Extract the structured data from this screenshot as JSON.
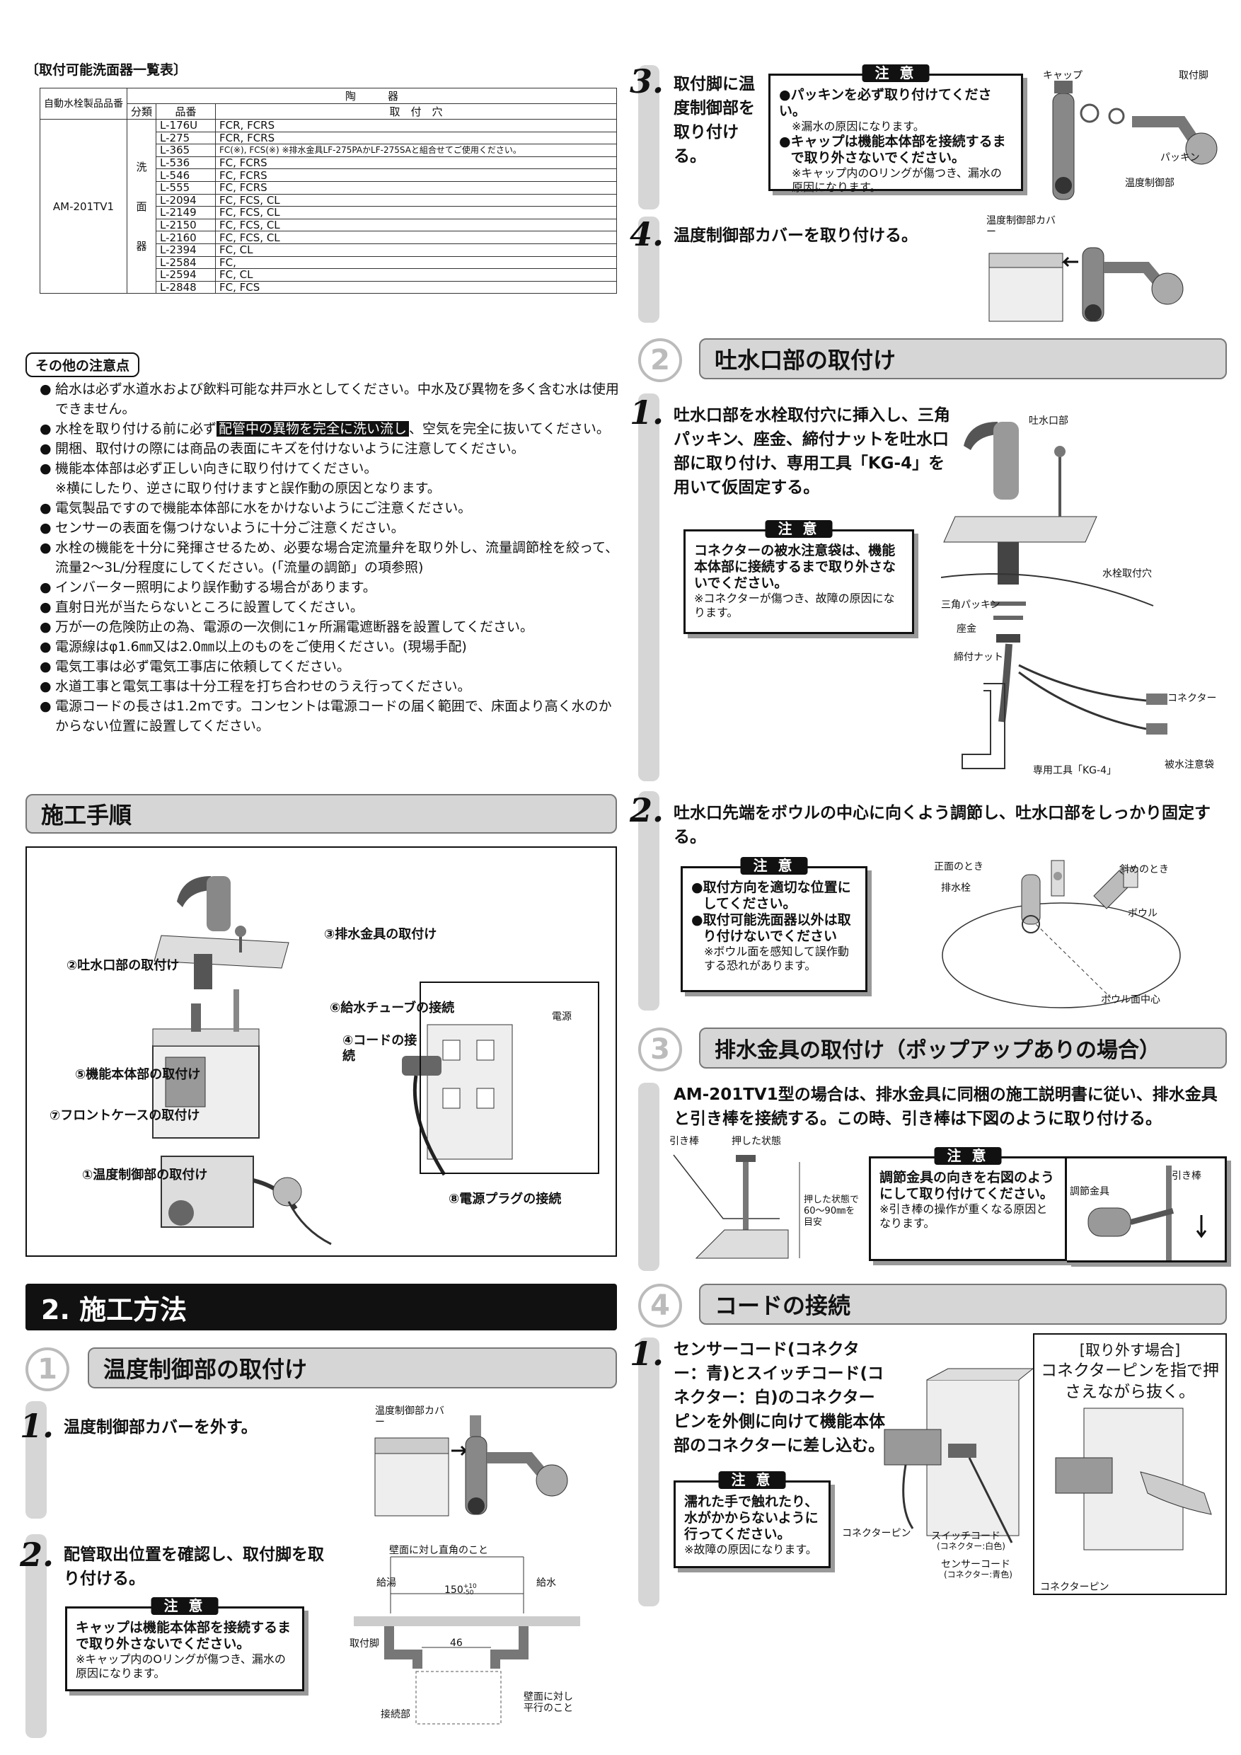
{
  "table": {
    "title": "〔取付可能洗面器一覧表〕",
    "col_model": "自動水栓製品品番",
    "col_ceramic": "陶　　　器",
    "col_category": "分類",
    "col_part": "品番",
    "col_hole": "取　付　穴",
    "model": "AM-201TV1",
    "category_chars": [
      "洗",
      "面",
      "器"
    ],
    "rows": [
      {
        "part": "L-176U",
        "hole": "FCR, FCRS"
      },
      {
        "part": "L-275",
        "hole": "FCR, FCRS"
      },
      {
        "part": "L-365",
        "hole": "FC(※), FCS(※) ※排水金具LF-275PAかLF-275SAと組合せてご使用ください。"
      },
      {
        "part": "L-536",
        "hole": "FC, FCRS"
      },
      {
        "part": "L-546",
        "hole": "FC, FCRS"
      },
      {
        "part": "L-555",
        "hole": "FC, FCRS"
      },
      {
        "part": "L-2094",
        "hole": "FC, FCS, CL"
      },
      {
        "part": "L-2149",
        "hole": "FC, FCS, CL"
      },
      {
        "part": "L-2150",
        "hole": "FC, FCS, CL"
      },
      {
        "part": "L-2160",
        "hole": "FC, FCS, CL"
      },
      {
        "part": "L-2394",
        "hole": "FC, CL"
      },
      {
        "part": "L-2584",
        "hole": "FC,"
      },
      {
        "part": "L-2594",
        "hole": "FC, CL"
      },
      {
        "part": "L-2848",
        "hole": "FC, FCS"
      }
    ]
  },
  "notes": {
    "title": "その他の注意点",
    "items": [
      {
        "text": "給水は必ず水道水および飲料可能な井戸水としてください。中水及び異物を多く含む水は使用できません。"
      },
      {
        "pre": "水栓を取り付ける前に必ず",
        "highlight": "配管中の異物を完全に洗い流し",
        "post": "、空気を完全に抜いてください。"
      },
      {
        "text": "開梱、取付けの際には商品の表面にキズを付けないように注意してください。"
      },
      {
        "text": "機能本体部は必ず正しい向きに取り付けてください。"
      },
      {
        "text": "※横にしたり、逆さに取り付けますと誤作動の原因となります。",
        "sub": true
      },
      {
        "text": "電気製品ですので機能本体部に水をかけないようにご注意ください。"
      },
      {
        "text": "センサーの表面を傷つけないように十分ご注意ください。"
      },
      {
        "text": "水栓の機能を十分に発揮させるため、必要な場合定流量弁を取り外し、流量調節栓を絞って、流量2～3L/分程度にしてください。(「流量の調節」の項参照)"
      },
      {
        "text": "インバーター照明により誤作動する場合があります。"
      },
      {
        "text": "直射日光が当たらないところに設置してください。"
      },
      {
        "text": "万が一の危険防止の為、電源の一次側に1ヶ所漏電遮断器を設置してください。"
      },
      {
        "text": "電源線はφ1.6㎜又は2.0㎜以上のものをご使用ください。(現場手配)"
      },
      {
        "text": "電気工事は必ず電気工事店に依頼してください。"
      },
      {
        "text": "水道工事と電気工事は十分工程を打ち合わせのうえ行ってください。"
      },
      {
        "text": "電源コードの長さは1.2mです。コンセントは電源コードの届く範囲で、床面より高く水のかからない位置に設置してください。"
      }
    ]
  },
  "procedure": {
    "title": "施工手順",
    "labels": {
      "drain": "③排水金具の取付け",
      "spout": "②吐水口部の取付け",
      "tube": "⑥給水チューブの接続",
      "cord": "④コードの接続",
      "body": "⑤機能本体部の取付け",
      "front": "⑦フロントケースの取付け",
      "temp": "①温度制御部の取付け",
      "plug": "⑧電源プラグの接続",
      "power": "電源"
    }
  },
  "method": {
    "title": "2. 施工方法"
  },
  "sec1": {
    "num": "1",
    "title": "温度制御部の取付け",
    "step1": {
      "num": "1.",
      "text": "温度制御部カバーを外す。",
      "fig_label": "温度制御部カバー"
    },
    "step2": {
      "num": "2.",
      "text": "配管取出位置を確認し、取付脚を取り付ける。",
      "caution_title": "注 意",
      "caution_bold": "キャップは機能本体部を接続するまで取り外さないでください。",
      "caution_note": "※キャップ内のOリングが傷つき、漏水の原因になります。",
      "fig": {
        "wall": "壁面に対し直角のこと",
        "hot": "給湯",
        "cold": "給水",
        "dim1": "150",
        "tol_plus": "+10",
        "tol_minus": "-50",
        "dim2": "46",
        "leg": "取付脚",
        "joint": "接続部",
        "parallel": "壁面に対し平行のこと"
      }
    },
    "step3": {
      "num": "3.",
      "text": "取付脚に温度制御部を取り付ける。",
      "caution_title": "注 意",
      "c1": "パッキンを必ず取り付けてください。",
      "c1_note": "※漏水の原因になります。",
      "c2": "キャップは機能本体部を接続するまで取り外さないでください。",
      "c2_note": "※キャップ内のOリングが傷つき、漏水の原因になります。",
      "fig": {
        "cap": "キャップ",
        "leg": "取付脚",
        "packing": "パッキン",
        "temp": "温度制御部"
      }
    },
    "step4": {
      "num": "4.",
      "text": "温度制御部カバーを取り付ける。",
      "fig_label": "温度制御部カバー"
    }
  },
  "sec2": {
    "num": "2",
    "title": "吐水口部の取付け",
    "step1": {
      "num": "1.",
      "text": "吐水口部を水栓取付穴に挿入し、三角パッキン、座金、締付ナットを吐水口部に取り付け、専用工具「KG-4」を用いて仮固定する。",
      "caution_title": "注 意",
      "caution_bold": "コネクターの被水注意袋は、機能本体部に接続するまで取り外さないでください。",
      "caution_note": "※コネクターが傷つき、故障の原因になります。",
      "fig": {
        "spout": "吐水口部",
        "hole": "水栓取付穴",
        "tri": "三角パッキン",
        "washer": "座金",
        "nut": "締付ナット",
        "connector": "コネクター",
        "tool": "専用工具「KG-4」",
        "bag": "被水注意袋"
      }
    },
    "step2": {
      "num": "2.",
      "text": "吐水口先端をボウルの中心に向くよう調節し、吐水口部をしっかり固定する。",
      "caution_title": "注 意",
      "c1": "取付方向を適切な位置にしてください。",
      "c2": "取付可能洗面器以外は取り付けないでください",
      "c2_note": "※ボウル面を感知して誤作動する恐れがあります。",
      "fig": {
        "front": "正面のとき",
        "diag": "斜めのとき",
        "drain": "排水栓",
        "bowl": "ボウル",
        "center": "ボウル面中心"
      }
    }
  },
  "sec3": {
    "num": "3",
    "title": "排水金具の取付け（ポップアップありの場合）",
    "text": "AM-201TV1型の場合は、排水金具に同梱の施工説明書に従い、排水金具と引き棒を接続する。この時、引き棒は下図のように取り付ける。",
    "fig": {
      "rod": "引き棒",
      "pushed": "押した状態",
      "range": "押した状態で60～90㎜を目安",
      "rod2": "引き棒",
      "fitting": "調節金具"
    },
    "caution_title": "注 意",
    "caution_bold": "調節金具の向きを右図のようにして取り付けてください。",
    "caution_note": "※引き棒の操作が重くなる原因となります。"
  },
  "sec4": {
    "num": "4",
    "title": "コードの接続",
    "step1": {
      "num": "1.",
      "text": "センサーコード(コネクター：青)とスイッチコード(コネクター：白)のコネクターピンを外側に向けて機能本体部のコネクターに差し込む。",
      "caution_title": "注 意",
      "caution_bold": "濡れた手で触れたり、水がかからないように行ってください。",
      "caution_note": "※故障の原因になります。",
      "fig": {
        "pin": "コネクターピン",
        "switch": "スイッチコード",
        "switch_sub": "(コネクター:白色)",
        "sensor": "センサーコード",
        "sensor_sub": "(コネクター:青色)",
        "pin2": "コネクターピン"
      },
      "remove_title": "[取り外す場合]",
      "remove_text": "コネクターピンを指で押さえながら抜く。"
    }
  }
}
